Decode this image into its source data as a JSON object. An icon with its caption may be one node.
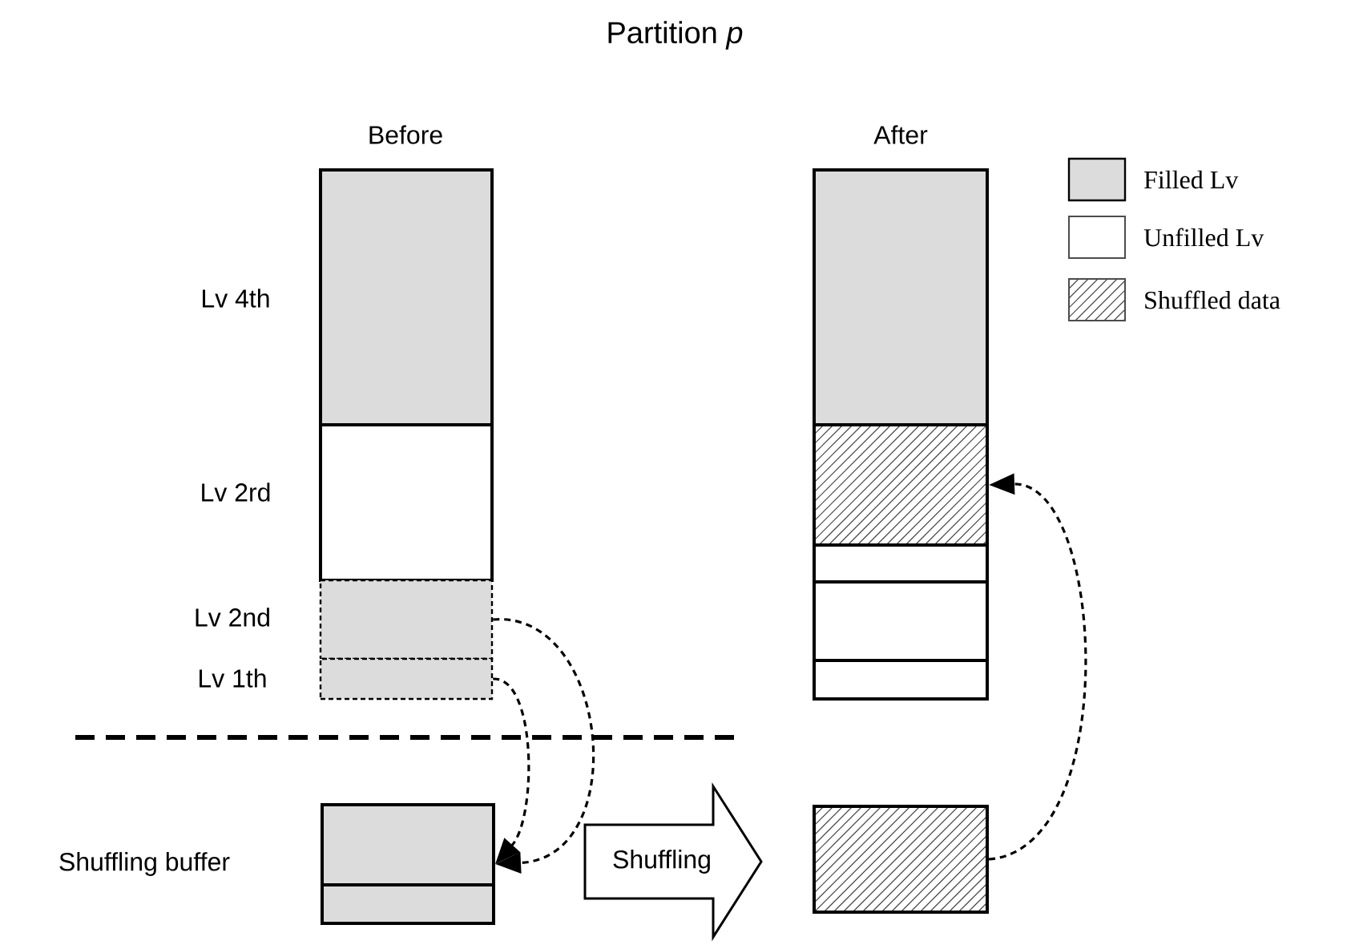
{
  "diagram": {
    "title": "Partition *p*",
    "nodes": [
      {
        "text": [],
        "shape": "box",
        "beside": [
          "Lv 4th"
        ]
      },
      {
        "text": [],
        "shape": "box",
        "beside": [
          "Lv 2rd"
        ]
      },
      {
        "text": [],
        "shape": "box",
        "beside": [
          "Lv 2nd"
        ]
      },
      {
        "text": [],
        "shape": "box",
        "beside": [
          "Lv 1th"
        ]
      },
      {
        "text": [],
        "shape": "box",
        "beside": [
          "Shuffling buffer"
        ]
      },
      {
        "text": [],
        "shape": "box"
      },
      {
        "text": [],
        "shape": "box"
      },
      {
        "text": [],
        "shape": "box"
      },
      {
        "text": [],
        "shape": "box"
      },
      {
        "text": [],
        "shape": "box"
      },
      {
        "text": [],
        "shape": "box"
      }
    ],
    "edges": [
      {
        "from": 2,
        "to": 4,
        "arrow": "to",
        "style": "dashed"
      },
      {
        "from": 3,
        "to": 4,
        "arrow": "to",
        "style": "dashed"
      },
      {
        "from": 4,
        "to": 10,
        "arrow": "to",
        "label": "Shuffling"
      },
      {
        "from": 10,
        "to": 6,
        "arrow": "to",
        "style": "dashed"
      }
    ],
    "labels": [
      "Before",
      "After"
    ],
    "legend": [
      {
        "text": "Filled Lv",
        "color": "#dcdcdc"
      },
      {
        "text": "Unfilled Lv"
      },
      {
        "text": "Shuffled data"
      }
    ]
  }
}
